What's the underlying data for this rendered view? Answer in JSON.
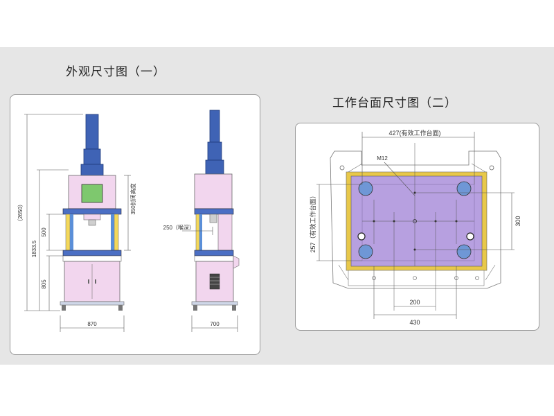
{
  "panels": {
    "exterior": {
      "title": "外观尺寸图（一）",
      "front": {
        "height_total": "（2650）",
        "height_table": "1833.5",
        "height_opening": "500",
        "height_lower": "805",
        "width": "870",
        "closed_height": "350封闭高度"
      },
      "side": {
        "throat_depth": "250（喉深）",
        "depth": "700"
      }
    },
    "worktable": {
      "title": "工作台面尺寸图（二）",
      "effective_width": "427(有效工作台面)",
      "thread": "M12",
      "effective_depth": "257（有效工作台面）",
      "hole_pitch_y": "300",
      "hole_pitch_x_inner": "200",
      "hole_pitch_x_outer": "430"
    }
  },
  "colors": {
    "column_blue": "#3f63b5",
    "frame_blue": "#4b6fc4",
    "pink": "#f2d6ee",
    "plate_purple": "#b7a0e0",
    "plate_border": "#e8c84a",
    "screen_green": "#7ec86e"
  }
}
